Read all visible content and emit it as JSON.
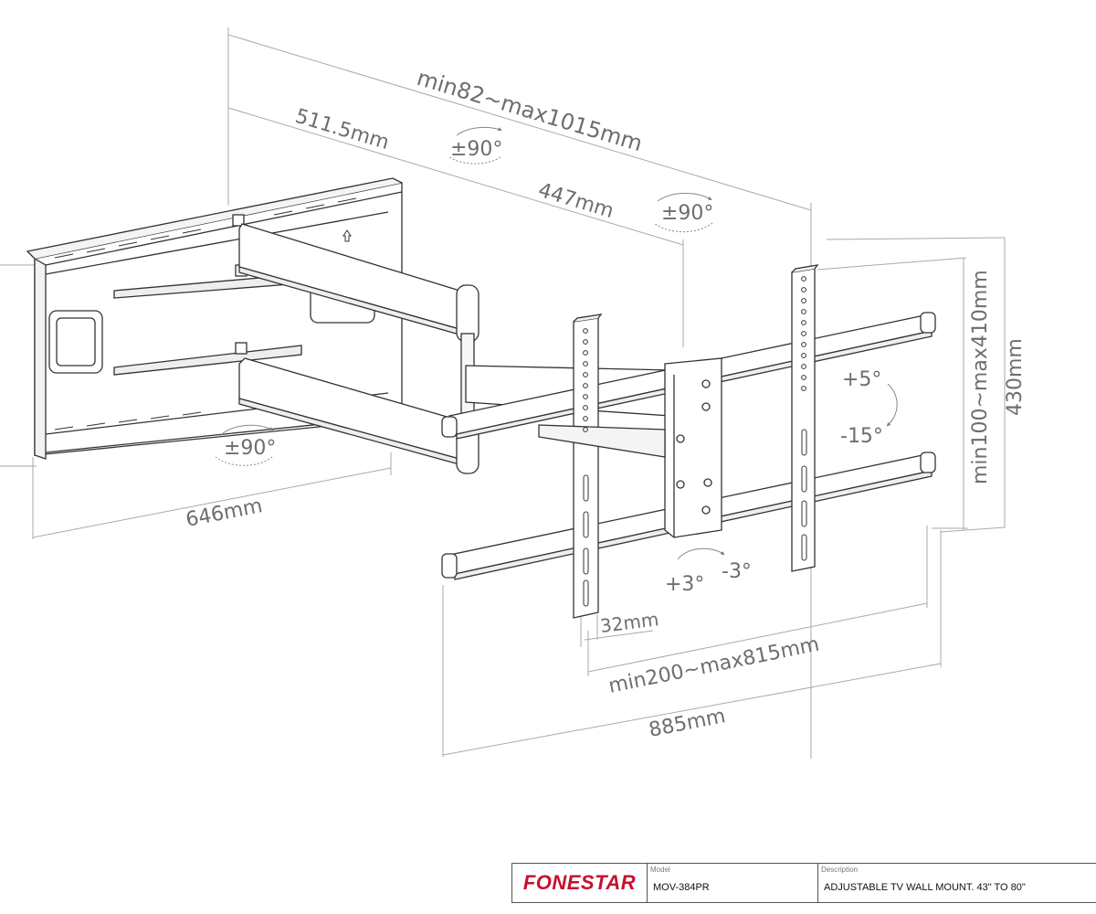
{
  "dimensions": {
    "overall_depth": "min82~max1015mm",
    "arm1_length": "511.5mm",
    "arm2_length": "447mm",
    "wall_plate_width": "646mm",
    "vertical_spacing": "min100~max410mm",
    "bracket_height": "430mm",
    "horizontal_spacing": "min200~max815mm",
    "bracket_width": "885mm",
    "slot_width": "32mm"
  },
  "angles": {
    "swivel_top_mid": "±90°",
    "swivel_top_right": "±90°",
    "swivel_wall": "±90°",
    "tilt_up": "+5°",
    "tilt_down": "-15°",
    "level_plus": "+3°",
    "level_minus": "-3°"
  },
  "title_block": {
    "brand": "FONESTAR",
    "brand_color": "#c8102e",
    "model_label": "Model",
    "model_value": "MOV-384PR",
    "description_label": "Description",
    "description_value": "ADJUSTABLE TV WALL MOUNT. 43\" TO 80\""
  }
}
